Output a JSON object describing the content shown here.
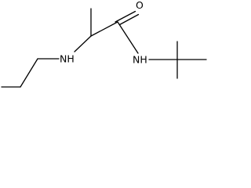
{
  "molecule": {
    "atoms": {
      "carbonyl_oxygen": "O",
      "amide_nitrogen": "NH",
      "amine_nitrogen": "NH"
    }
  }
}
